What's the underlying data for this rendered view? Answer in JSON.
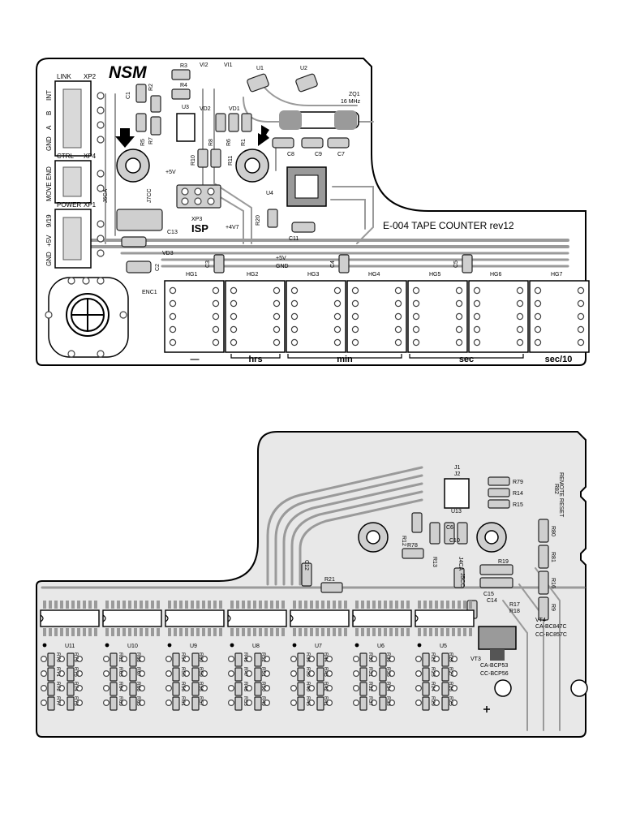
{
  "board_title": "E-004 TAPE COUNTER rev12",
  "logo": "NSM",
  "top": {
    "connectors": [
      {
        "ref": "XP2",
        "name": "LINK",
        "pins": [
          "INT",
          "B",
          "A",
          "GND"
        ]
      },
      {
        "ref": "XP4",
        "name": "CTRL",
        "pins": [
          "END",
          "MOVE"
        ]
      },
      {
        "ref": "XP1",
        "name": "POWER",
        "pins": [
          "9/19",
          "+5V",
          "GND"
        ]
      }
    ],
    "isp": "ISP",
    "isp_ref": "XP3",
    "crystal_ref": "ZQ1",
    "crystal_freq": "16 MHz",
    "encoder": "ENC1",
    "net_5v": "+5V",
    "net_4v7": "+4V7",
    "net_gnd": "GND",
    "component_labels": [
      "R3",
      "R4",
      "VI2",
      "VI1",
      "U1",
      "U2",
      "C1",
      "R2",
      "U3",
      "VD2",
      "VD1",
      "R5",
      "R7",
      "R8",
      "R6",
      "R1",
      "R10",
      "R11",
      "U4",
      "C8",
      "C9",
      "C7",
      "J6CA",
      "J7CC",
      "C13",
      "VD3",
      "R20",
      "C11",
      "C2",
      "C3",
      "C4",
      "C5"
    ],
    "displays": [
      "HG1",
      "HG2",
      "HG3",
      "HG4",
      "HG5",
      "HG6",
      "HG7"
    ],
    "groups": [
      "—",
      "hrs",
      "min",
      "sec",
      "sec/10"
    ]
  },
  "bottom": {
    "labels": [
      "J1",
      "J2",
      "U13",
      "R79",
      "R14",
      "R15",
      "R82",
      "REMOTE RESET",
      "R12",
      "C6",
      "C10",
      "R13",
      "R78",
      "J4CA",
      "J5CC",
      "C15",
      "C14",
      "R19",
      "R17",
      "R18",
      "C12",
      "R21",
      "R80",
      "R81",
      "R16",
      "R9",
      "VT4",
      "VT3"
    ],
    "vt4_note": [
      "CA-BC847C",
      "CC-BC857C"
    ],
    "vt3_note": [
      "CA-BCP53",
      "CC-BCP56"
    ],
    "chips": [
      "U11",
      "U10",
      "U9",
      "U8",
      "U7",
      "U6",
      "U5"
    ],
    "resistor_columns": [
      [
        "R70",
        "R76",
        "R71",
        "R75",
        "R72",
        "R74",
        "R77",
        "R73"
      ],
      [
        "R62",
        "R68",
        "R63",
        "R67",
        "R64",
        "R66",
        "R69",
        "R65"
      ],
      [
        "R54",
        "R60",
        "R55",
        "R59",
        "R56",
        "R58",
        "R61",
        "R57"
      ],
      [
        "R46",
        "R52",
        "R47",
        "R51",
        "R48",
        "R50",
        "R53",
        "R49"
      ],
      [
        "R38",
        "R44",
        "R39",
        "R43",
        "R40",
        "R42",
        "R45",
        "R41"
      ],
      [
        "R30",
        "R36",
        "R31",
        "R35",
        "R32",
        "R34",
        "R37",
        "R33"
      ],
      [
        "R22",
        "R28",
        "R23",
        "R27",
        "R24",
        "R26",
        "R29",
        "R25"
      ]
    ]
  }
}
